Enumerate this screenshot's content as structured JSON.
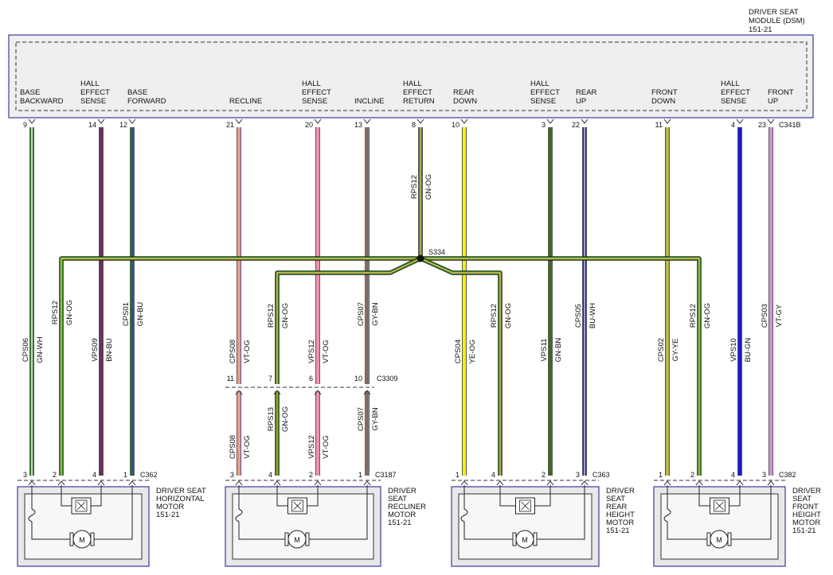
{
  "module": {
    "lines": [
      "DRIVER SEAT",
      "MODULE (DSM)",
      "151-21"
    ],
    "connector": "C341B",
    "pins": [
      {
        "pin": "9",
        "label": [
          "BASE",
          "BACKWARD"
        ]
      },
      {
        "pin": "14",
        "label": [
          "HALL",
          "EFFECT",
          "SENSE"
        ]
      },
      {
        "pin": "12",
        "label": [
          "BASE",
          "FORWARD"
        ]
      },
      {
        "pin": "21",
        "label": [
          "RECLINE"
        ]
      },
      {
        "pin": "20",
        "label": [
          "HALL",
          "EFFECT",
          "SENSE"
        ]
      },
      {
        "pin": "13",
        "label": [
          "INCLINE"
        ]
      },
      {
        "pin": "8",
        "label": [
          "HALL",
          "EFFECT",
          "RETURN"
        ]
      },
      {
        "pin": "10",
        "label": [
          "REAR",
          "DOWN"
        ]
      },
      {
        "pin": "3",
        "label": [
          "HALL",
          "EFFECT",
          "SENSE"
        ]
      },
      {
        "pin": "22",
        "label": [
          "REAR",
          "UP"
        ]
      },
      {
        "pin": "11",
        "label": [
          "FRONT",
          "DOWN"
        ]
      },
      {
        "pin": "4",
        "label": [
          "HALL",
          "EFFECT",
          "SENSE"
        ]
      },
      {
        "pin": "23",
        "label": [
          "FRONT",
          "UP"
        ]
      }
    ]
  },
  "splice": "S334",
  "circuits": [
    {
      "circuit": "CPS06",
      "color_code": "GN-WH",
      "colors": [
        "#2e7d1e",
        "#ffffff"
      ]
    },
    {
      "circuit": "VPS09",
      "color_code": "BN-BU",
      "colors": [
        "#7a2a2a",
        "#3a3ad0"
      ]
    },
    {
      "circuit": "CPS01",
      "color_code": "GN-BU",
      "colors": [
        "#2e7d1e",
        "#2a3aa0"
      ]
    },
    {
      "circuit": "CPS08",
      "color_code": "VT-OG",
      "colors": [
        "#ee90c8",
        "#f0a060"
      ]
    },
    {
      "circuit": "VPS12",
      "color_code": "VT-OG",
      "colors": [
        "#ee90c8",
        "#f0a060"
      ]
    },
    {
      "circuit": "CPS07",
      "color_code": "GY-BN",
      "colors": [
        "#8a8a8a",
        "#8a4a3a"
      ]
    },
    {
      "circuit": "RPS12",
      "color_code": "GN-OG",
      "colors": [
        "#2e7d1e",
        "#f0c060"
      ]
    },
    {
      "circuit": "CPS04",
      "color_code": "YE-OG",
      "colors": [
        "#f5f000",
        "#f5f000"
      ]
    },
    {
      "circuit": "VPS11",
      "color_code": "GN-BN",
      "colors": [
        "#2e7d1e",
        "#4a5a1e"
      ]
    },
    {
      "circuit": "CPS05",
      "color_code": "BU-WH",
      "colors": [
        "#1a1ad0",
        "#d0d0ff"
      ]
    },
    {
      "circuit": "CPS02",
      "color_code": "GY-YE",
      "colors": [
        "#a8a040",
        "#e0d040"
      ]
    },
    {
      "circuit": "VPS10",
      "color_code": "BU-GN",
      "colors": [
        "#1a1ad0",
        "#1a1ad0"
      ]
    },
    {
      "circuit": "CPS03",
      "color_code": "VT-GY",
      "colors": [
        "#d890e0",
        "#c0a0c0"
      ]
    },
    {
      "circuit": "RPS13",
      "color_code": "GN-OG",
      "colors": [
        "#2e7d1e",
        "#f0a020"
      ]
    }
  ],
  "inline_connector": {
    "name": "C3309",
    "pins": [
      "11",
      "7",
      "6",
      "10"
    ]
  },
  "motors": [
    {
      "connector": "C362",
      "lines": [
        "DRIVER SEAT",
        "HORIZONTAL",
        "MOTOR",
        "151-21"
      ],
      "pins": [
        "3",
        "2",
        "4",
        "1"
      ]
    },
    {
      "connector": "C3187",
      "lines": [
        "DRIVER",
        "SEAT",
        "RECLINER",
        "MOTOR",
        "151-21"
      ],
      "pins": [
        "3",
        "4",
        "2",
        "1"
      ]
    },
    {
      "connector": "C363",
      "lines": [
        "DRIVER",
        "SEAT",
        "REAR",
        "HEIGHT",
        "MOTOR",
        "151-21"
      ],
      "pins": [
        "1",
        "4",
        "2",
        "3"
      ]
    },
    {
      "connector": "C382",
      "lines": [
        "DRIVER",
        "SEAT",
        "FRONT",
        "HEIGHT",
        "MOTOR",
        "151-21"
      ],
      "pins": [
        "1",
        "2",
        "4",
        "3"
      ]
    }
  ],
  "motor_symbol": "M",
  "colors": {
    "outline": "#3a3aa0",
    "module_fill": "#efefef",
    "motor_fill": "#e8e8e8"
  }
}
